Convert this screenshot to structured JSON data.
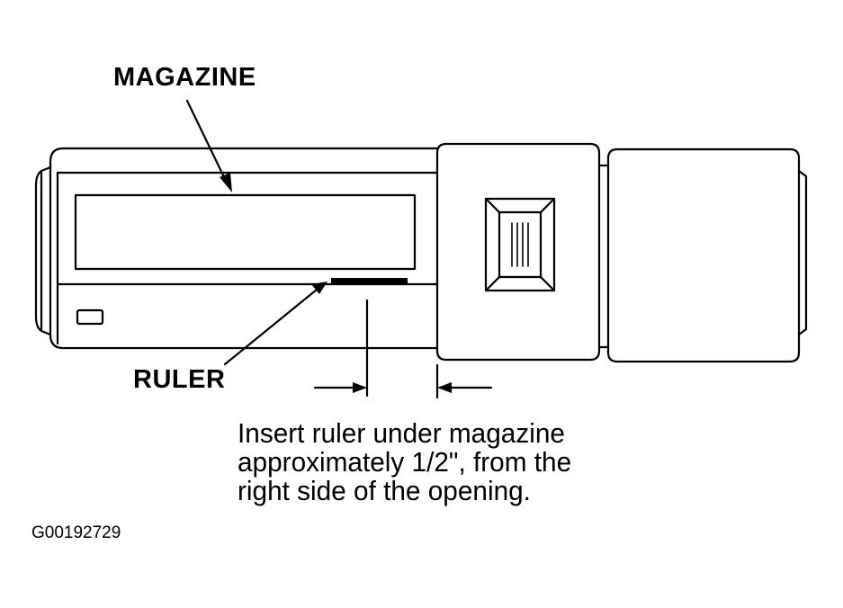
{
  "labels": {
    "magazine": "MAGAZINE",
    "ruler": "RULER"
  },
  "instruction": {
    "line1": "Insert ruler under magazine",
    "line2": "approximately 1/2\", from the",
    "line3": "right side of the opening."
  },
  "figure_id": "G00192729",
  "colors": {
    "ink": "#000000",
    "paper": "#ffffff"
  }
}
